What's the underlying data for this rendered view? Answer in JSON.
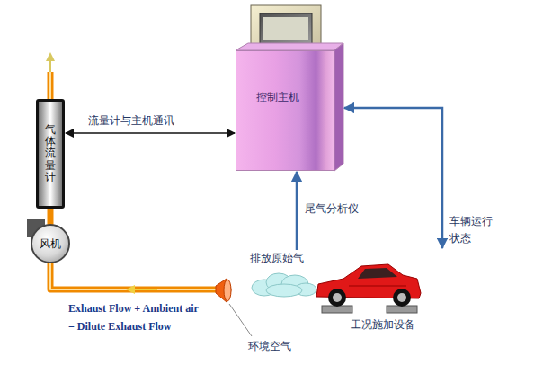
{
  "diagram": {
    "nodes": [
      {
        "text": [
          "控制主机"
        ]
      },
      {
        "text": [
          "气体流量计"
        ]
      },
      {
        "text": [
          "风机"
        ]
      },
      {
        "text": [
          "排放原始气"
        ]
      },
      {
        "text": [
          "工况施加设备"
        ]
      }
    ],
    "edges": [
      {
        "from": 1,
        "to": 0,
        "label": "流量计与主机通讯",
        "arrow": "both"
      },
      {
        "from": 3,
        "to": 0,
        "label": "尾气分析仪",
        "arrow": "to"
      },
      {
        "from": 4,
        "to": 0,
        "label": "车辆运行状态",
        "arrow": "both"
      }
    ],
    "labels": [
      "Exhaust Flow + Ambient air",
      "= Dilute Exhaust Flow",
      "环境空气"
    ]
  }
}
